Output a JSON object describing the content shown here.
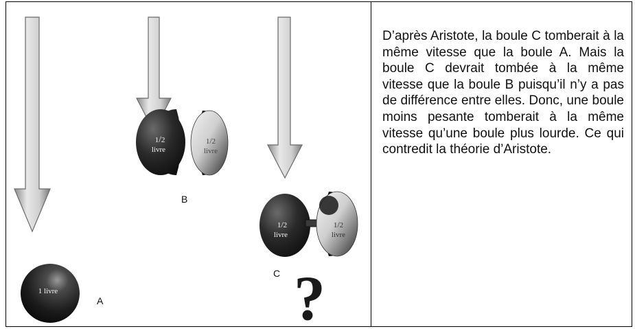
{
  "figure": {
    "balls": [
      {
        "id": "A",
        "label": "A",
        "weight_text": "1 livre"
      },
      {
        "id": "B",
        "label": "B",
        "left_half": {
          "num": "1",
          "den": "2",
          "unit": "livre"
        },
        "right_half": {
          "num": "1",
          "den": "2",
          "unit": "livre"
        }
      },
      {
        "id": "C",
        "label": "C",
        "left_half": {
          "num": "1",
          "den": "2",
          "unit": "livre"
        },
        "right_half": {
          "num": "1",
          "den": "2",
          "unit": "livre"
        }
      }
    ],
    "question_mark": "?",
    "colors": {
      "arrow_fill": "#d6d6d6",
      "arrow_stroke": "#6a6a6a",
      "ball_dark": "#232323",
      "ball_light": "#e4e4e4"
    }
  },
  "caption": {
    "text": "D’après Aristote, la boule C tomberait à la même vitesse que la boule A. Mais la boule C devrait tombée à la même vitesse que la boule B puisqu’il n’y a pas de différence entre elles. Donc, une boule moins pesante tomberait à la même vitesse qu’une boule plus lourde. Ce qui contredit la théorie d’Aristote."
  }
}
